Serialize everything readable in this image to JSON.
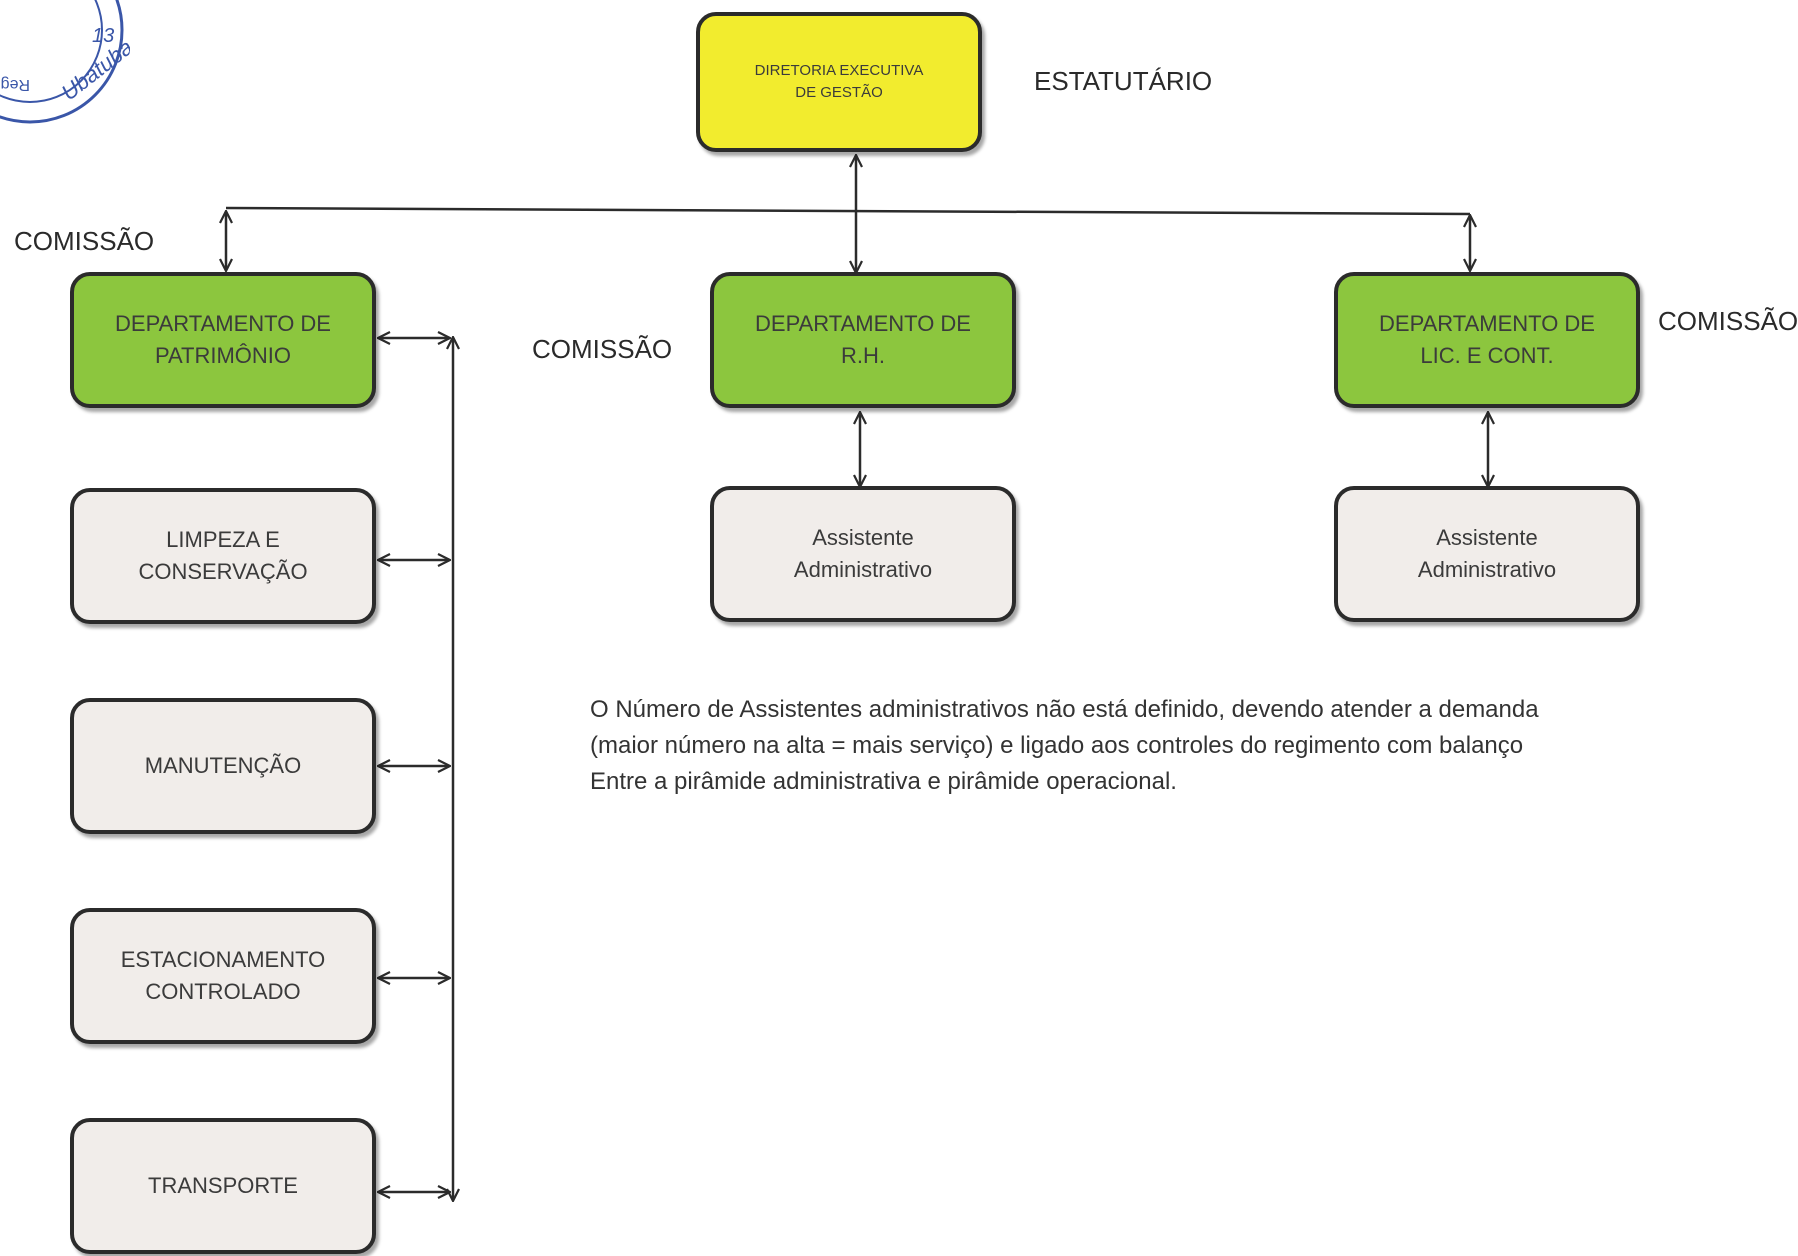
{
  "stamp": {
    "texts": [
      "13",
      "Ubatuba",
      "Reg"
    ],
    "color": "#3a56a8"
  },
  "top": {
    "label": "DIRETORIA EXECUTIVA\nDE GESTÃO",
    "tag": "ESTATUTÁRIO"
  },
  "departments": [
    {
      "label": "DEPARTAMENTO DE\nPATRIMÔNIO",
      "tag": "COMISSÃO"
    },
    {
      "label": "DEPARTAMENTO DE\nR.H.",
      "tag": "COMISSÃO"
    },
    {
      "label": "DEPARTAMENTO DE\nLIC. E  CONT.",
      "tag": "COMISSÃO"
    }
  ],
  "patrimonio_units": [
    {
      "label": "LIMPEZA E\nCONSERVAÇÃO"
    },
    {
      "label": "MANUTENÇÃO"
    },
    {
      "label": "ESTACIONAMENTO\nCONTROLADO"
    },
    {
      "label": "TRANSPORTE"
    }
  ],
  "assistants": [
    {
      "label": "Assistente\nAdministrativo"
    },
    {
      "label": "Assistente\nAdministrativo"
    }
  ],
  "note": "O Número de Assistentes administrativos não está definido, devendo atender a demanda\n(maior número na alta = mais serviço) e ligado aos controles do regimento com balanço\nEntre a pirâmide administrativa e pirâmide operacional.",
  "colors": {
    "executive": "#f2ec2e",
    "department": "#8cc63e",
    "unit": "#f1edea",
    "border": "#2b2b2b"
  }
}
